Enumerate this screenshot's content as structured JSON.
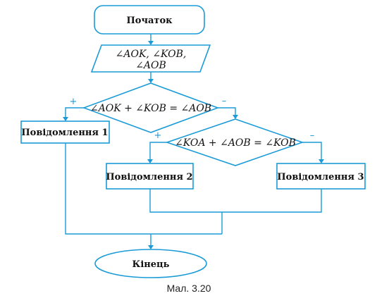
{
  "flowchart": {
    "start_label": "Початок",
    "input_line1": "∠AOK, ∠KOB,",
    "input_line2": "∠AOB",
    "decision1": "∠AOK + ∠KOB = ∠AOB",
    "message1": "Повідомлення 1",
    "decision2": "∠KOA + ∠AOB = ∠KOB",
    "message2": "Повідомлення 2",
    "message3": "Повідомлення 3",
    "end_label": "Кінець",
    "yes_sign": "+",
    "no_sign": "–"
  },
  "caption": "Мал. 3.20",
  "colors": {
    "stroke": "#1a9bd7",
    "text": "#111111"
  }
}
